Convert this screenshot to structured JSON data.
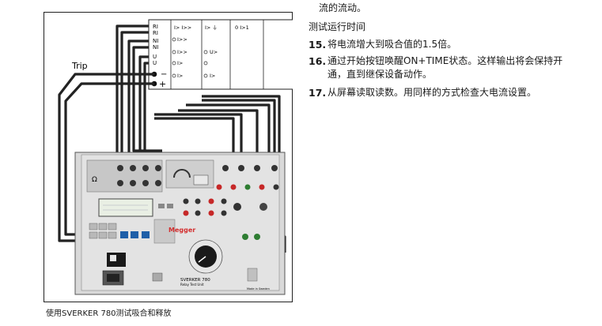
{
  "figure": {
    "trip_label": "Trip",
    "terminal_labels": [
      "RI",
      "RI",
      "NI",
      "NI",
      "U",
      "U"
    ],
    "minus_label": "−",
    "plus_label": "+",
    "relay_symbols": {
      "col1": [
        "I> I>>",
        "I>> ",
        "I>>",
        "I>",
        "I>"
      ],
      "col2": [
        "I> ⏚",
        "U>",
        "I>"
      ],
      "col3": [
        "0 I>1"
      ]
    },
    "instrument": {
      "brand": "Megger",
      "model": "SVERKER 780",
      "model_sub": "Relay Test Unit",
      "origin": "Made in Sweden",
      "omega_symbol": "Ω"
    }
  },
  "caption": "使用SVERKER 780测试吸合和释放",
  "text": {
    "top_line": "流的流动。",
    "section_heading": "测试运行时间",
    "steps": [
      {
        "num": "15.",
        "text": "将电流增大到吸合值的1.5倍。"
      },
      {
        "num": "16.",
        "text": "通过开始按钮唤醒ON+TIME状态。这样输出将会保持开通，直到继保设备动作。"
      },
      {
        "num": "17.",
        "text": "从屏幕读取读数。用同样的方式检查大电流设置。"
      }
    ]
  },
  "colors": {
    "wire": "#222222",
    "panel": "#dcdcdc",
    "panel_dark": "#bdbdbd",
    "terminal_red": "#c62828",
    "terminal_green": "#2e7d32",
    "button_blue": "#1f5fa8",
    "brand_red": "#d32f2f"
  }
}
